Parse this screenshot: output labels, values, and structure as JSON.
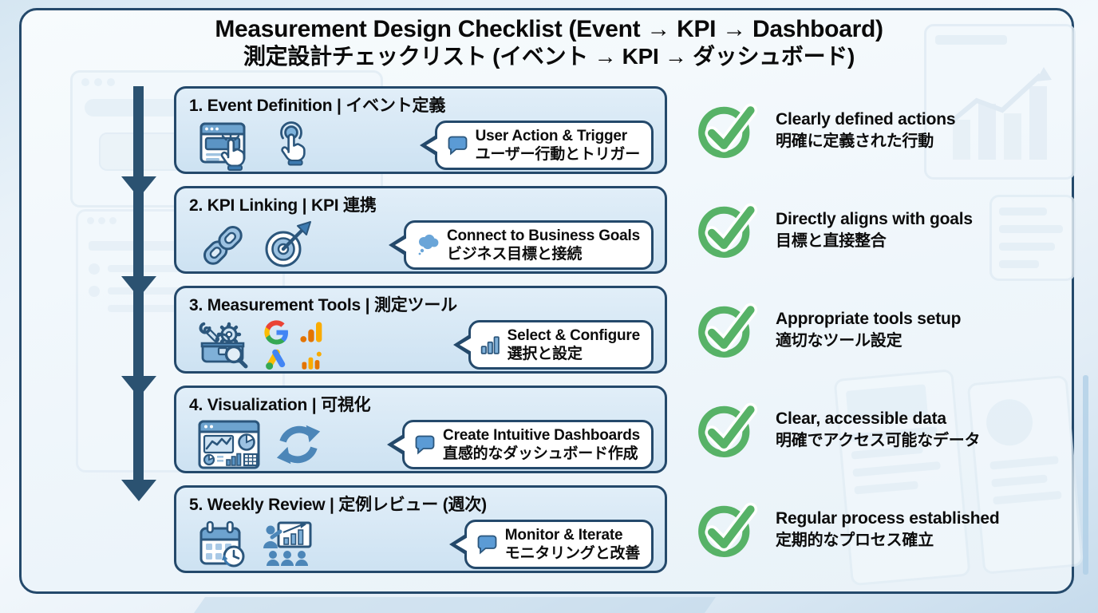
{
  "title": {
    "en": "Measurement Design Checklist (Event → KPI → Dashboard)",
    "ja": "測定設計チェックリスト (イベント → KPI → ダッシュボード)"
  },
  "steps": [
    {
      "title": "1. Event Definition | イベント定義",
      "icons": [
        "browser-click-icon",
        "tap-gesture-icon"
      ],
      "bubble_icon": "chat-bubble-icon",
      "bubble_en": "User Action & Trigger",
      "bubble_ja": "ユーザー行動とトリガー"
    },
    {
      "title": "2. KPI Linking | KPI 連携",
      "icons": [
        "chain-link-icon",
        "target-arrow-icon"
      ],
      "bubble_icon": "thought-bubble-icon",
      "bubble_en": "Connect to Business Goals",
      "bubble_ja": "ビジネス目標と接続"
    },
    {
      "title": "3. Measurement Tools | 測定ツール",
      "icons": [
        "toolbox-icon",
        "google-logo",
        "google-analytics-logo",
        "google-ads-logo",
        "chart-bars-logo"
      ],
      "bubble_icon": "bar-chart-icon",
      "bubble_en": "Select & Configure",
      "bubble_ja": "選択と設定"
    },
    {
      "title": "4. Visualization | 可視化",
      "icons": [
        "dashboard-icon",
        "refresh-cycle-icon"
      ],
      "bubble_icon": "chat-bubble-icon",
      "bubble_en": "Create Intuitive Dashboards",
      "bubble_ja": "直感的なダッシュボード作成"
    },
    {
      "title": "5. Weekly Review | 定例レビュー (週次)",
      "icons": [
        "calendar-clock-icon",
        "presentation-icon"
      ],
      "bubble_icon": "chat-bubble-icon",
      "bubble_en": "Monitor & Iterate",
      "bubble_ja": "モニタリングと改善"
    }
  ],
  "checks": [
    {
      "en": "Clearly defined actions",
      "ja": "明確に定義された行動"
    },
    {
      "en": "Directly aligns with goals",
      "ja": "目標と直接整合"
    },
    {
      "en": "Appropriate tools setup",
      "ja": "適切なツール設定"
    },
    {
      "en": "Clear, accessible data",
      "ja": "明確でアクセス可能なデータ"
    },
    {
      "en": "Regular process established",
      "ja": "定期的なプロセス確立"
    }
  ],
  "colors": {
    "navy_border": "#24496b",
    "arrow_blue": "#2b5271",
    "box_fill": "#d9e8f5",
    "bubble_bg": "#ffffff",
    "check_green": "#57b267",
    "steel_blue": "#4c86b8",
    "ga_orange": "#e37400",
    "ga_yellow": "#f9ab00"
  }
}
